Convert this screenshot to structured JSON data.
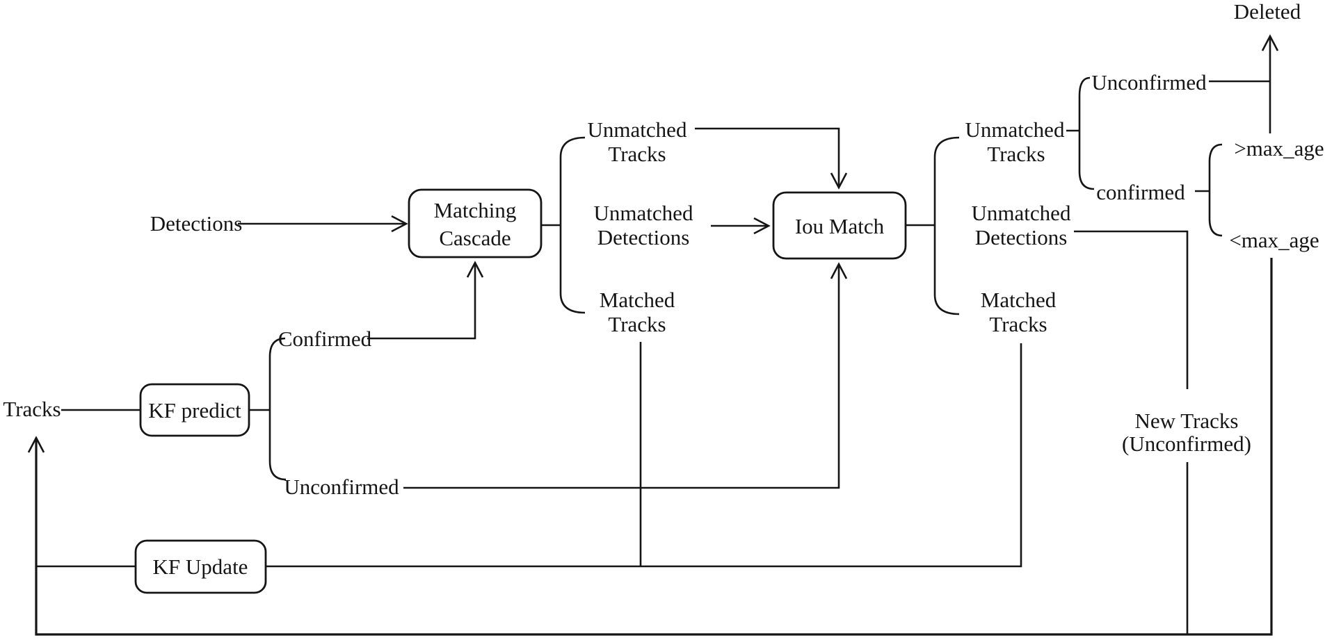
{
  "colors": {
    "background": "#ffffff",
    "line": "#151515",
    "text": "#151515",
    "node_fill": "#ffffff"
  },
  "nodes": {
    "matching_cascade": {
      "line1": "Matching",
      "line2": "Cascade"
    },
    "iou_match": {
      "label": "Iou Match"
    },
    "kf_predict": {
      "label": "KF predict"
    },
    "kf_update": {
      "label": "KF Update"
    }
  },
  "labels": {
    "detections": "Detections",
    "tracks": "Tracks",
    "confirmed_branch": "Confirmed",
    "unconfirmed_branch": "Unconfirmed",
    "cascade_outputs": {
      "unmatched_tracks": {
        "line1": "Unmatched",
        "line2": "Tracks"
      },
      "unmatched_detections": {
        "line1": "Unmatched",
        "line2": "Detections"
      },
      "matched_tracks": {
        "line1": "Matched",
        "line2": "Tracks"
      }
    },
    "iou_outputs": {
      "unmatched_tracks": {
        "line1": "Unmatched",
        "line2": "Tracks"
      },
      "unmatched_detections": {
        "line1": "Unmatched",
        "line2": "Detections"
      },
      "matched_tracks": {
        "line1": "Matched",
        "line2": "Tracks"
      }
    },
    "track_fate": {
      "unconfirmed": "Unconfirmed",
      "confirmed": "confirmed",
      "over_max_age": ">max_age",
      "under_max_age": "<max_age",
      "deleted": "Deleted"
    },
    "new_tracks": {
      "line1": "New Tracks",
      "line2": "(Unconfirmed)"
    }
  }
}
